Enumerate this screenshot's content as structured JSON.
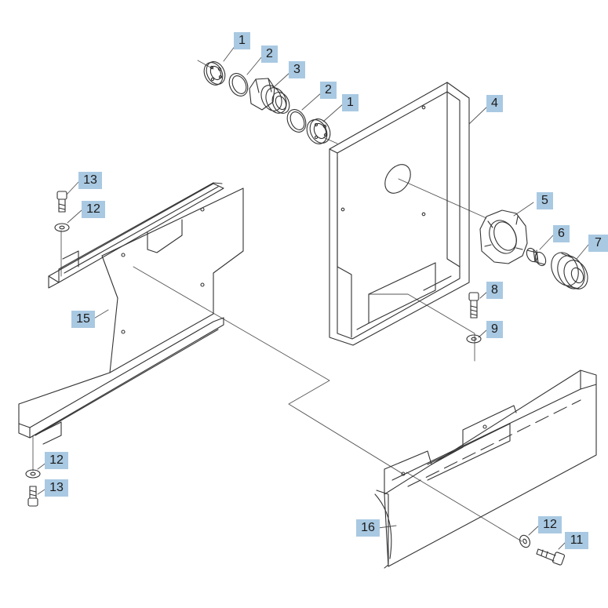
{
  "diagram": {
    "callouts": {
      "c1a": "1",
      "c2a": "2",
      "c3": "3",
      "c2b": "2",
      "c1b": "1",
      "c4": "4",
      "c5": "5",
      "c6": "6",
      "c7": "7",
      "c8": "8",
      "c9": "9",
      "c13a": "13",
      "c12a": "12",
      "c15": "15",
      "c12b": "12",
      "c13b": "13",
      "c16": "16",
      "c12c": "12",
      "c11": "11"
    },
    "colors": {
      "callout_bg": "#a9c9e2",
      "line": "#333333"
    }
  }
}
